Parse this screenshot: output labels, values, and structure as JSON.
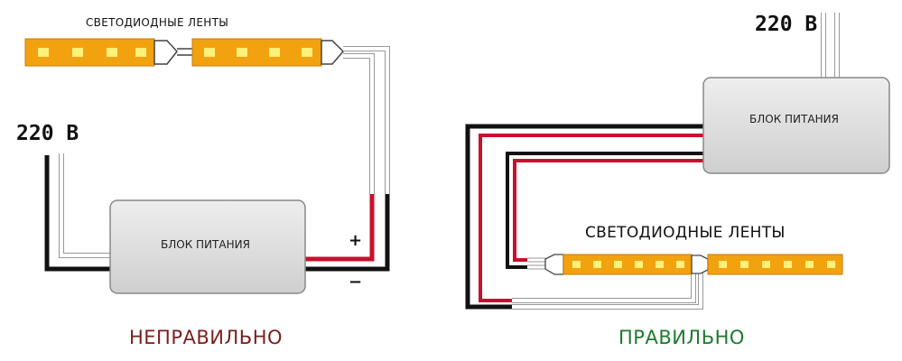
{
  "left": {
    "strip_label": "СВЕТОДИОДНЫЕ ЛЕНТЫ",
    "voltage": "220 В",
    "psu_label": "БЛОК ПИТАНИЯ",
    "plus": "+",
    "minus": "−",
    "verdict": "НЕПРАВИЛЬНО"
  },
  "right": {
    "strip_label": "СВЕТОДИОДНЫЕ ЛЕНТЫ",
    "voltage": "220 В",
    "psu_label": "БЛОК ПИТАНИЯ",
    "verdict": "ПРАВИЛЬНО"
  },
  "colors": {
    "strip": "#f2a20f",
    "led": "#fff07a",
    "psu_fill": "#dcdcdc",
    "wire_red": "#c8102e",
    "wire_black": "#111111",
    "wrong_text": "#7a1f1f",
    "right_text": "#1e7a2e"
  }
}
